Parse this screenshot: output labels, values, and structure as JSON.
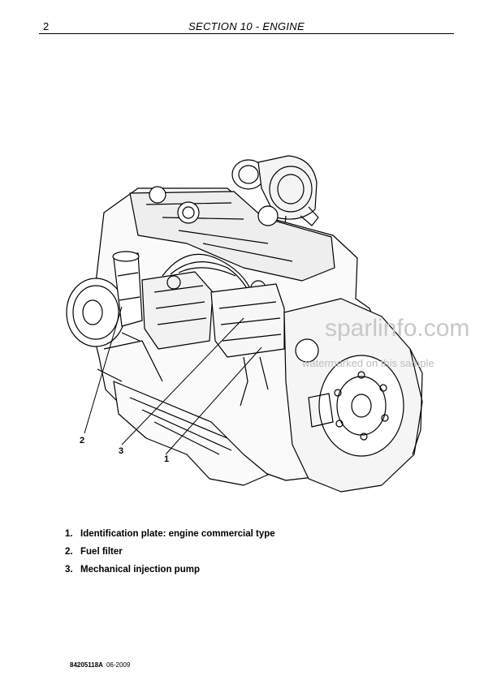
{
  "header": {
    "page_number": "2",
    "section_title": "SECTION 10 - ENGINE"
  },
  "figure": {
    "callouts": [
      "2",
      "3",
      "1"
    ],
    "watermark_main": "sparlinfo.com",
    "watermark_sub": "watermarked on this sample"
  },
  "legend": [
    {
      "num": "1.",
      "text": "Identification plate: engine commercial type"
    },
    {
      "num": "2.",
      "text": "Fuel filter"
    },
    {
      "num": "3.",
      "text": "Mechanical injection pump"
    }
  ],
  "footer": {
    "code": "84205118A",
    "date": "06-2009"
  }
}
